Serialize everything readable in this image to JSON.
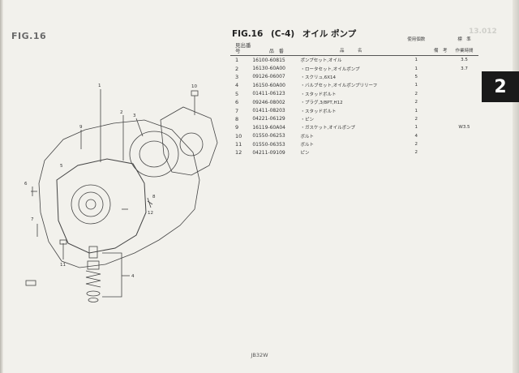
{
  "page": {
    "left_title": "FIG.16",
    "fig_code": "FIG.16",
    "fig_section": "(C-4)",
    "fig_name": "オイル ポンプ",
    "faint_number": "13.012",
    "section_tab": "2",
    "footer": "JB32W"
  },
  "table": {
    "headers": {
      "no": "見出番号",
      "part_no": "品　番",
      "desc": "品　　　名",
      "qty": "使用個数",
      "remarks": "備　考",
      "std_top": "標　準",
      "std_bottom": "作業時間"
    },
    "rows": [
      {
        "no": "1",
        "pn": "16100-60815",
        "desc": "ポンプセット,オイル",
        "qty": "1",
        "lab": "3.5"
      },
      {
        "no": "2",
        "pn": "16130-60A00",
        "desc": "・ロータセット,オイルポンプ",
        "qty": "1",
        "lab": "3.7"
      },
      {
        "no": "3",
        "pn": "09126-06007",
        "desc": "・スクリュ,6X14",
        "qty": "5",
        "lab": ""
      },
      {
        "no": "4",
        "pn": "16150-60A00",
        "desc": "・バルブセット,オイルポンプリリーフ",
        "qty": "1",
        "lab": ""
      },
      {
        "no": "5",
        "pn": "01411-06123",
        "desc": "・スタッドボルト",
        "qty": "2",
        "lab": ""
      },
      {
        "no": "6",
        "pn": "09246-08002",
        "desc": "・プラグ,3/8PT,H12",
        "qty": "2",
        "lab": ""
      },
      {
        "no": "7",
        "pn": "01411-08203",
        "desc": "・スタッドボルト",
        "qty": "1",
        "lab": ""
      },
      {
        "no": "8",
        "pn": "04221-06129",
        "desc": "・ピン",
        "qty": "2",
        "lab": ""
      },
      {
        "no": "9",
        "pn": "16119-60A04",
        "desc": "・ガスケット,オイルポンプ",
        "qty": "1",
        "lab": "W3.5"
      },
      {
        "no": "10",
        "pn": "01550-06253",
        "desc": "ボルト",
        "qty": "4",
        "lab": ""
      },
      {
        "no": "11",
        "pn": "01550-06353",
        "desc": "ボルト",
        "qty": "2",
        "lab": ""
      },
      {
        "no": "12",
        "pn": "04211-09109",
        "desc": "ピン",
        "qty": "2",
        "lab": ""
      }
    ]
  },
  "callouts": [
    "1",
    "2",
    "3",
    "4",
    "5",
    "6",
    "7",
    "8",
    "9",
    "10",
    "11",
    "12"
  ]
}
